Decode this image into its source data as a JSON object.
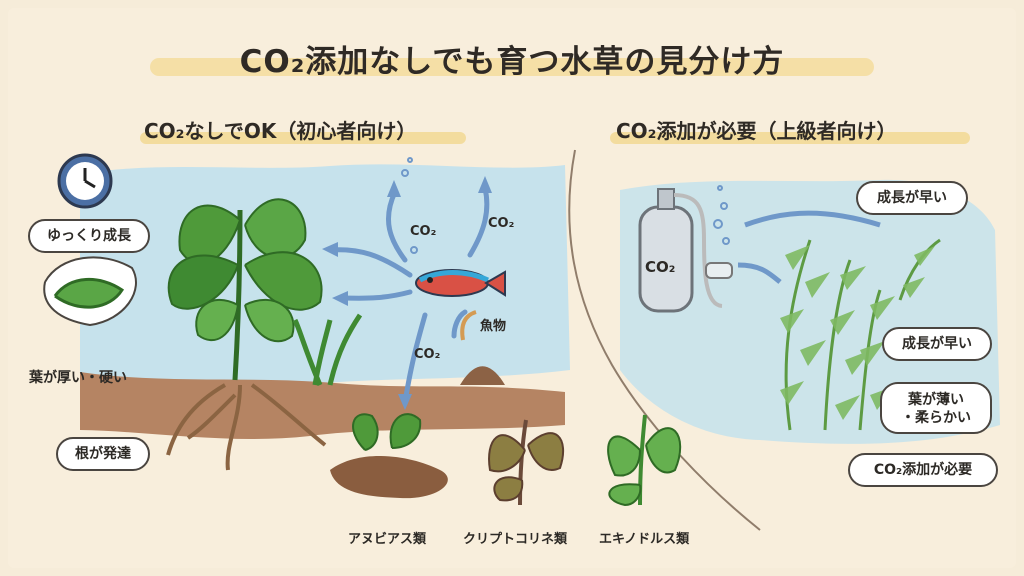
{
  "title": "CO₂添加なしでも育つ水草の見分け方",
  "left": {
    "heading": "CO₂なしでOK（初心者向け）",
    "traits": {
      "slow_growth": "ゆっくり成長",
      "thick_leaves": "葉が厚い・硬い",
      "roots": "根が発達"
    },
    "co2_labels": [
      "CO₂",
      "CO₂",
      "CO₂"
    ],
    "fish_label": "魚物",
    "plants": [
      "アヌビアス類",
      "クリプトコリネ類",
      "エキノドルス類"
    ]
  },
  "right": {
    "heading": "CO₂添加が必要（上級者向け）",
    "tank_label": "CO₂",
    "traits": {
      "fast_top": "成長が早い",
      "fast_mid": "成長が早い",
      "thin_leaves_1": "葉が薄い",
      "thin_leaves_2": "・柔らかい",
      "needs_co2": "CO₂添加が必要"
    }
  },
  "colors": {
    "background": "#f8eedc",
    "water": "#b9dff0",
    "leaf": "#4f9a3a",
    "soil": "#8c6245",
    "accent": "#f3d88f"
  }
}
